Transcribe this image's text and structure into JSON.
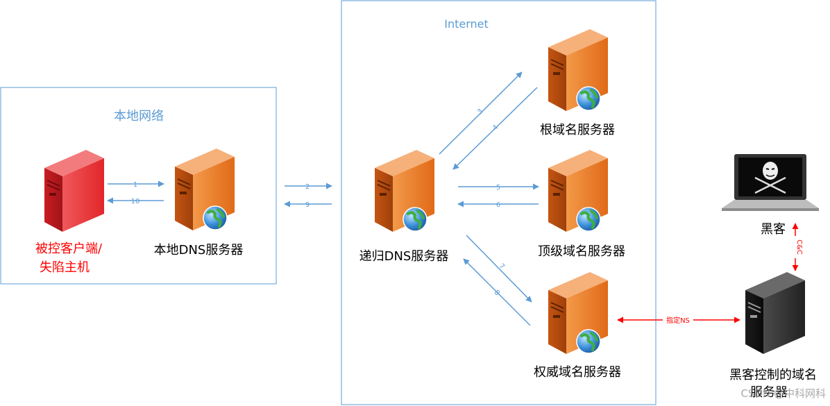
{
  "regions": {
    "local_network": "本地网络",
    "internet": "Internet"
  },
  "nodes": {
    "client": [
      "被控客户端/",
      "失陷主机"
    ],
    "local_dns": "本地DNS服务器",
    "recursive_dns": "递归DNS服务器",
    "root_dns": "根域名服务器",
    "tld_dns": "顶级域名服务器",
    "auth_dns": "权威域名服务器",
    "hacker": "黑客",
    "hacker_dns": [
      "黑客控制的域名",
      "服务器"
    ]
  },
  "arrows": {
    "a1": "1",
    "a2": "2",
    "a3": "3",
    "a4": "4",
    "a5": "5",
    "a6": "6",
    "a7": "7",
    "a8": "8",
    "a9": "9",
    "a10": "10"
  },
  "links": {
    "ns": "指定NS",
    "cc": "C&C"
  },
  "watermark": "CSDN @中科网科",
  "colors": {
    "arrow": "#5b9bd5",
    "region_border": "#5b9bd5",
    "region_title": "#5b9bd5",
    "alert": "#ff0000",
    "server_orange": "#e8741e",
    "server_red": "#e8393a",
    "server_black": "#2a2a2a"
  }
}
